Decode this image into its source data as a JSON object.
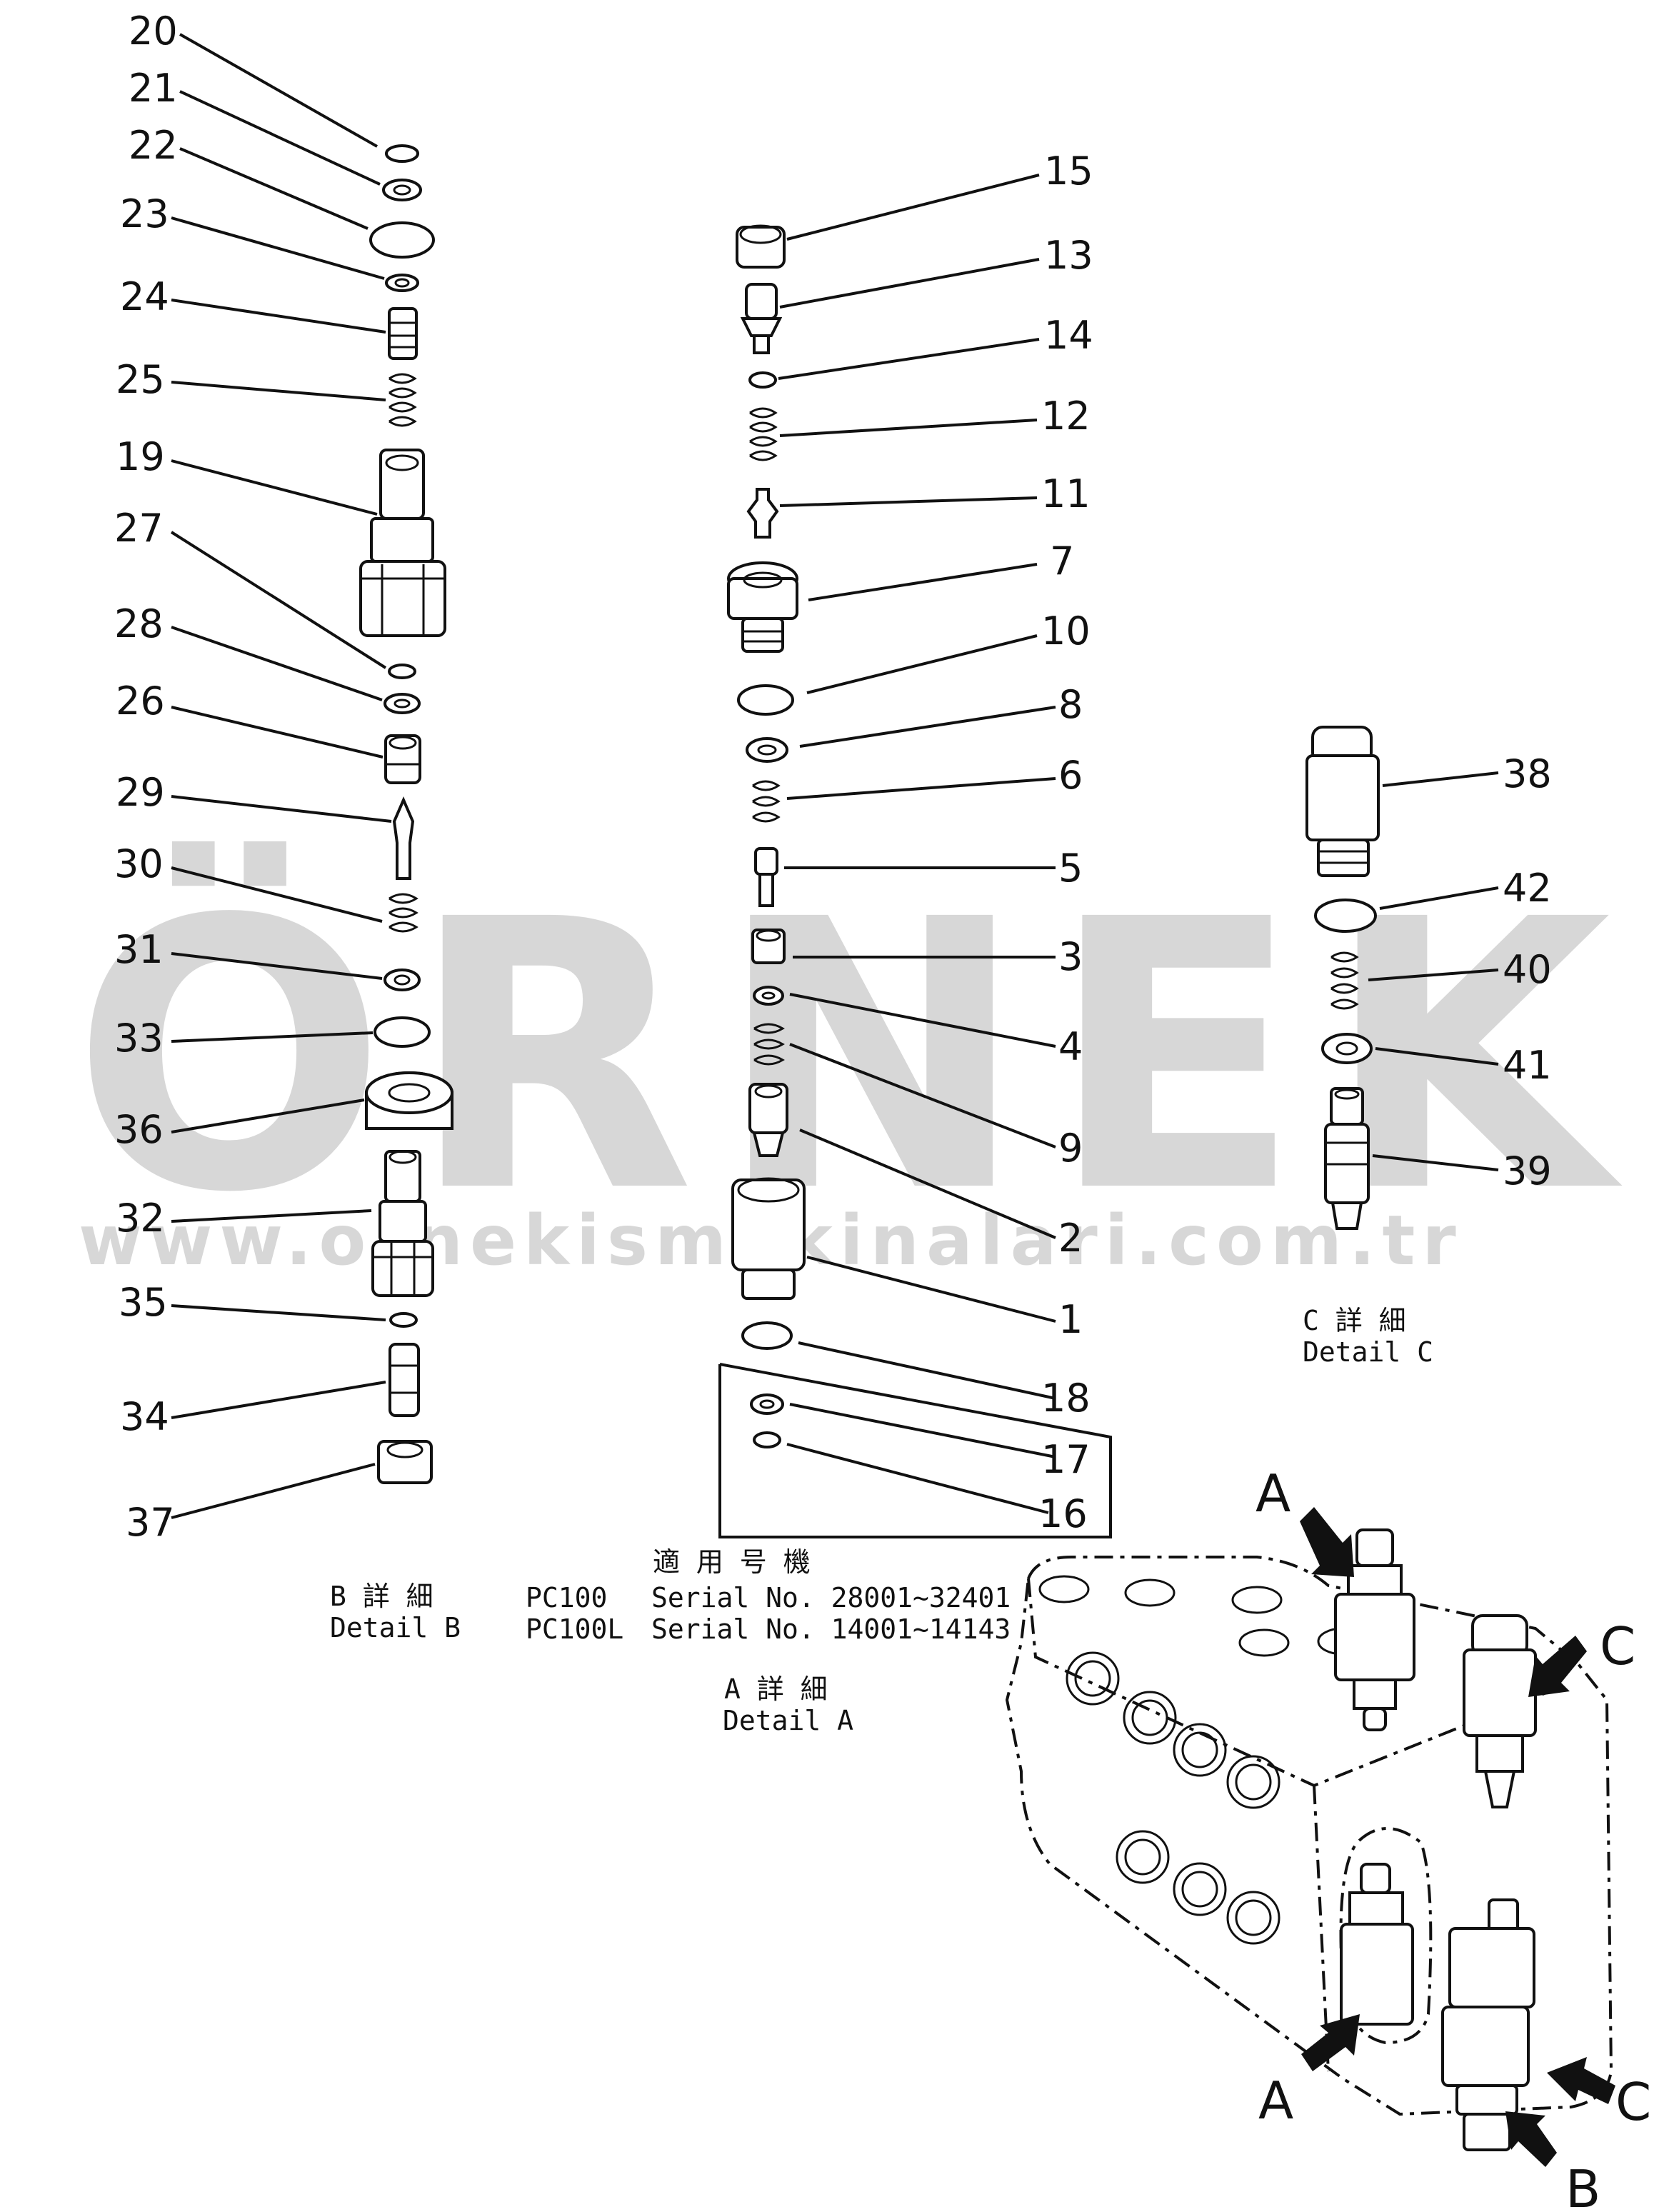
{
  "watermark": {
    "brand": "ÖRNEK",
    "url": "www.ornekismakinalari.com.tr"
  },
  "detail_a": {
    "callouts": [
      "15",
      "13",
      "14",
      "12",
      "11",
      "7",
      "10",
      "8",
      "6",
      "5",
      "3",
      "4",
      "9",
      "2",
      "1",
      "18",
      "17",
      "16"
    ],
    "caption_jp": "A 詳 細",
    "caption_en": "Detail A",
    "applicable_label": "適 用 号 機",
    "applicability": [
      {
        "model": "PC100",
        "serial": "Serial No. 28001~32401"
      },
      {
        "model": "PC100L",
        "serial": "Serial No. 14001~14143"
      }
    ]
  },
  "detail_b": {
    "callouts": [
      "20",
      "21",
      "22",
      "23",
      "24",
      "25",
      "19",
      "27",
      "28",
      "26",
      "29",
      "30",
      "31",
      "33",
      "36",
      "32",
      "35",
      "34",
      "37"
    ],
    "caption_jp": "B 詳 細",
    "caption_en": "Detail B"
  },
  "detail_c": {
    "callouts": [
      "38",
      "42",
      "40",
      "41",
      "39"
    ],
    "caption_jp": "C 詳 細",
    "caption_en": "Detail C"
  },
  "valve_view": {
    "arrow_labels": [
      "A",
      "C",
      "A",
      "C",
      "B"
    ]
  }
}
